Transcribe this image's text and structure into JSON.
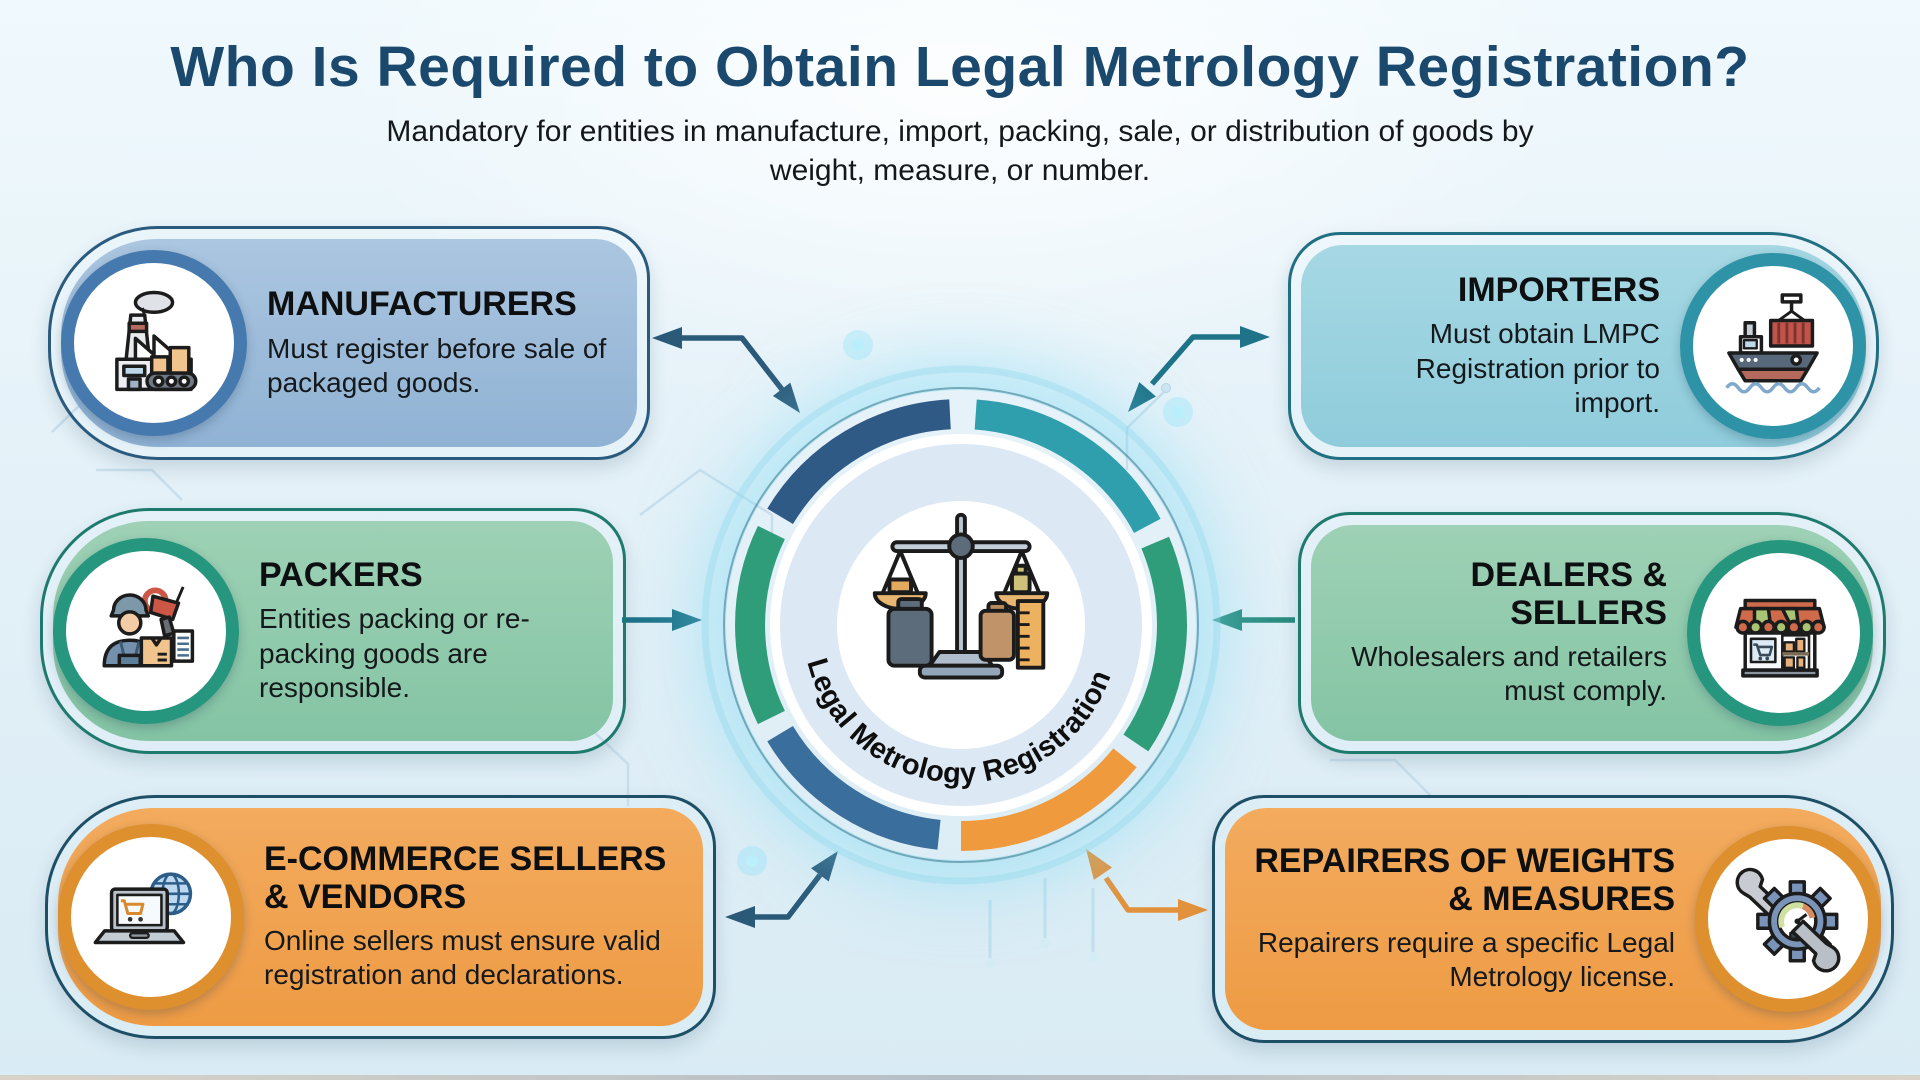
{
  "page": {
    "title": "Who Is Required to Obtain Legal Metrology Registration?",
    "subtitle": "Mandatory for entities in manufacture, import, packing, sale, or distribution of goods by weight, measure, or number."
  },
  "center": {
    "label": "Legal Metrology Registration",
    "icon": "balance-scale-icon",
    "ring_segments": [
      {
        "position": "top-right",
        "color": "#2f9fae"
      },
      {
        "position": "right",
        "color": "#2f9d7a"
      },
      {
        "position": "bottom-right",
        "color": "#f09a3e"
      },
      {
        "position": "bottom-left",
        "color": "#3a6e9c"
      },
      {
        "position": "left",
        "color": "#2f9d7a"
      },
      {
        "position": "top-left",
        "color": "#2f5a86"
      }
    ]
  },
  "cards": [
    {
      "id": "manufacturers",
      "title": "MANUFACTURERS",
      "body": "Must register before sale of packaged goods.",
      "icon": "factory-icon",
      "colors": {
        "edge": "#2a5a7d",
        "ring": "#4679ad",
        "fill_top": "#abc6e0",
        "fill_bottom": "#90b2d4"
      }
    },
    {
      "id": "importers",
      "title": "IMPORTERS",
      "body": "Must obtain LMPC Registration prior to import.",
      "icon": "cargo-ship-icon",
      "colors": {
        "edge": "#206f82",
        "ring": "#2f93a8",
        "fill_top": "#a6d8e4",
        "fill_bottom": "#8fccdb"
      }
    },
    {
      "id": "packers",
      "title": "PACKERS",
      "body": "Entities packing or re-packing goods are responsible.",
      "icon": "packer-worker-icon",
      "colors": {
        "edge": "#1f7a6e",
        "ring": "#27967e",
        "fill_top": "#9ed1b5",
        "fill_bottom": "#84c4a4"
      }
    },
    {
      "id": "dealers",
      "title": "DEALERS & SELLERS",
      "body": "Wholesalers and retailers must comply.",
      "icon": "storefront-icon",
      "colors": {
        "edge": "#1f7a6e",
        "ring": "#27967e",
        "fill_top": "#9ed1b5",
        "fill_bottom": "#84c4a4"
      }
    },
    {
      "id": "ecommerce",
      "title": "E-COMMERCE SELLERS & VENDORS",
      "body": "Online sellers must ensure valid registration and declarations.",
      "icon": "laptop-cart-globe-icon",
      "colors": {
        "edge": "#1d4f66",
        "ring": "#de8f2e",
        "fill_top": "#f3ab5e",
        "fill_bottom": "#ee9b44"
      }
    },
    {
      "id": "repairers",
      "title": "REPAIRERS OF WEIGHTS & MEASURES",
      "body": "Repairers require a specific Legal Metrology license.",
      "icon": "gear-gauge-wrench-icon",
      "colors": {
        "edge": "#1d4f66",
        "ring": "#de8f2e",
        "fill_top": "#f3ab5e",
        "fill_bottom": "#ee9b44"
      }
    }
  ],
  "arrows": [
    {
      "from": "center",
      "to": "manufacturers",
      "color": "#2b5a79"
    },
    {
      "from": "center",
      "to": "importers",
      "color": "#1e7389"
    },
    {
      "from": "packers",
      "to": "center",
      "color": "#1e7389"
    },
    {
      "from": "dealers",
      "to": "center",
      "color": "#2a8c7e"
    },
    {
      "from": "center",
      "to": "ecommerce",
      "color": "#2b5a79"
    },
    {
      "from": "center",
      "to": "repairers",
      "color": "#e2923c"
    }
  ]
}
